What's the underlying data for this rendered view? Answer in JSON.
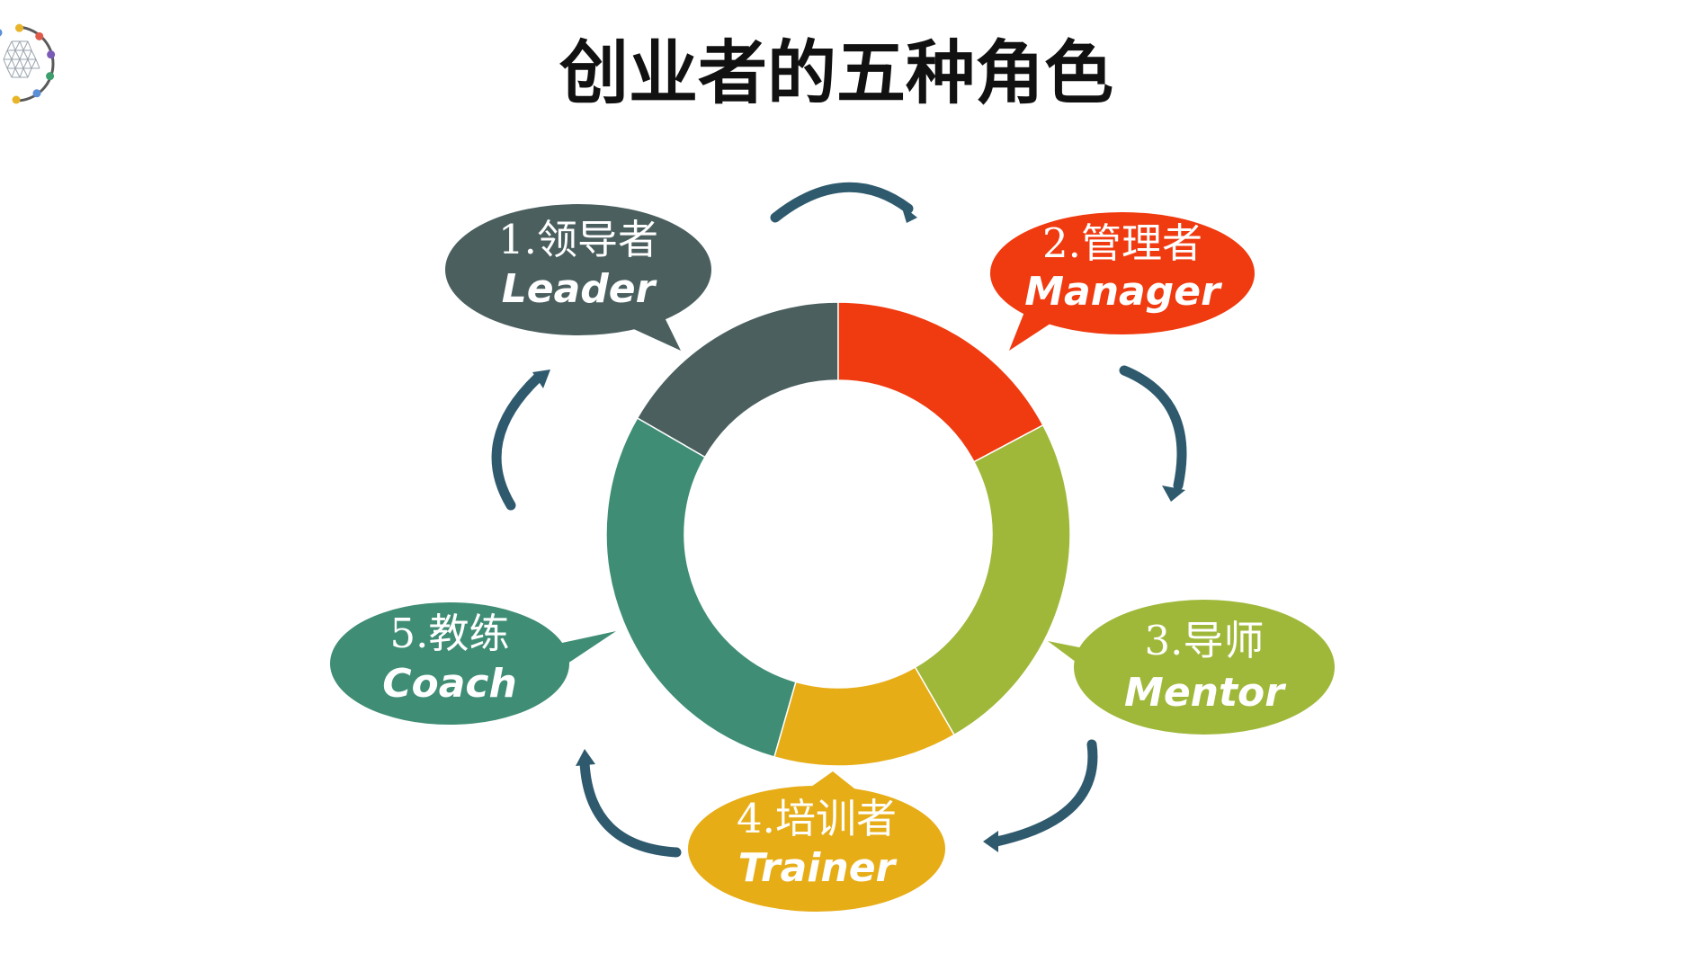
{
  "slide": {
    "title": "创业者的五种角色"
  },
  "roles": [
    {
      "cn": "1.领导者",
      "en": "Leader",
      "color": "#4b5f5f"
    },
    {
      "cn": "2.管理者",
      "en": "Manager",
      "color": "#f03a0f"
    },
    {
      "cn": "3.导师",
      "en": "Mentor",
      "color": "#9fb83a"
    },
    {
      "cn": "4.培训者",
      "en": "Trainer",
      "color": "#e7ad17"
    },
    {
      "cn": "5.教练",
      "en": "Coach",
      "color": "#3f8d75"
    }
  ],
  "colors": {
    "arrow": "#2f5a6e",
    "logo_dots": [
      "#5b8fd6",
      "#e8b52a",
      "#e05a4a",
      "#7a5bb8",
      "#3e9e6e"
    ]
  }
}
